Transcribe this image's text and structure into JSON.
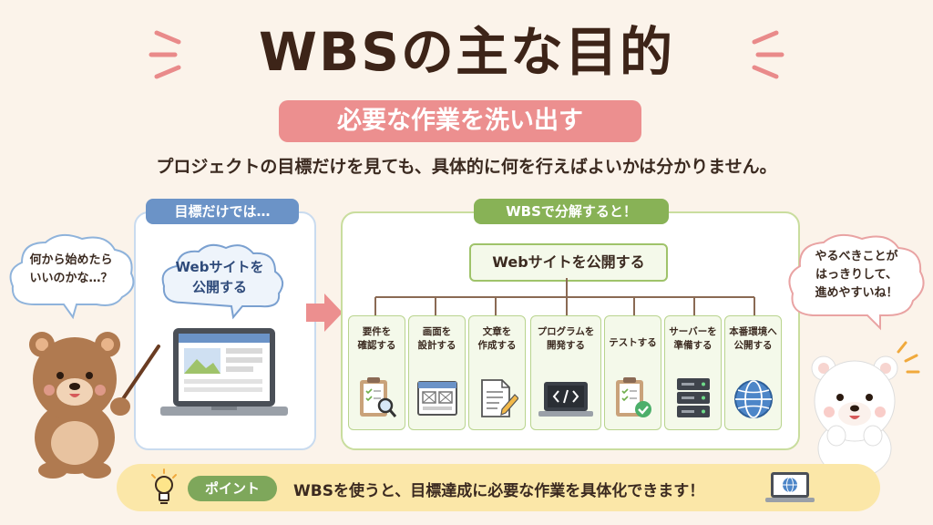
{
  "title": "WBSの主な目的",
  "subtitle": "必要な作業を洗い出す",
  "description": "プロジェクトの目標だけを見ても、具体的に何を行えばよいかは分かりません。",
  "left_panel": {
    "label": "目標だけでは…",
    "bubble_line1": "Webサイトを",
    "bubble_line2": "公開する"
  },
  "right_panel": {
    "label": "WBSで分解すると！",
    "root": "Webサイトを公開する",
    "tasks": [
      {
        "line1": "要件を",
        "line2": "確認する",
        "icon": "clipboard-magnifier-icon"
      },
      {
        "line1": "画面を",
        "line2": "設計する",
        "icon": "wireframe-icon"
      },
      {
        "line1": "文章を",
        "line2": "作成する",
        "icon": "document-pencil-icon"
      },
      {
        "line1": "プログラムを",
        "line2": "開発する",
        "icon": "code-monitor-icon"
      },
      {
        "line1": "テストする",
        "line2": "",
        "icon": "checklist-icon"
      },
      {
        "line1": "サーバーを",
        "line2": "準備する",
        "icon": "server-icon"
      },
      {
        "line1": "本番環境へ",
        "line2": "公開する",
        "icon": "globe-icon"
      }
    ]
  },
  "left_bear_bubble": {
    "line1": "何から始めたら",
    "line2": "いいのかな…？"
  },
  "right_bear_bubble": {
    "line1": "やるべきことが",
    "line2": "はっきりして、",
    "line3": "進めやすいね！"
  },
  "point": {
    "label": "ポイント",
    "text": "WBSを使うと、目標達成に必要な作業を具体化できます！"
  },
  "colors": {
    "accent_pink": "#ec8f8f",
    "blue": "#6b93c7",
    "green": "#88b256",
    "point_bg": "#fbe7a8"
  }
}
